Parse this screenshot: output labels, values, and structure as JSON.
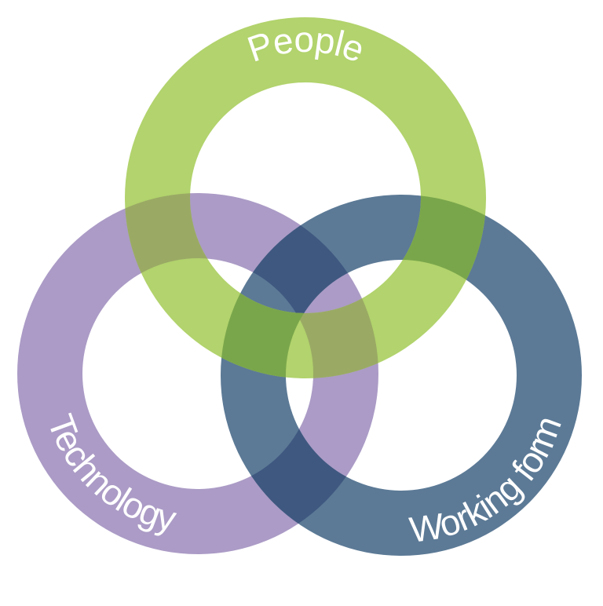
{
  "diagram": {
    "rings": [
      {
        "id": "people",
        "label": "People",
        "color": "#b2d36d",
        "overlap_color": "#7aa64b"
      },
      {
        "id": "technology",
        "label": "Technology",
        "color": "#ab9bc6",
        "overlap_color": "#9aaa64"
      },
      {
        "id": "working-form",
        "label": "Working form",
        "color": "#5c7a96",
        "overlap_color": "#3f5880"
      }
    ]
  }
}
